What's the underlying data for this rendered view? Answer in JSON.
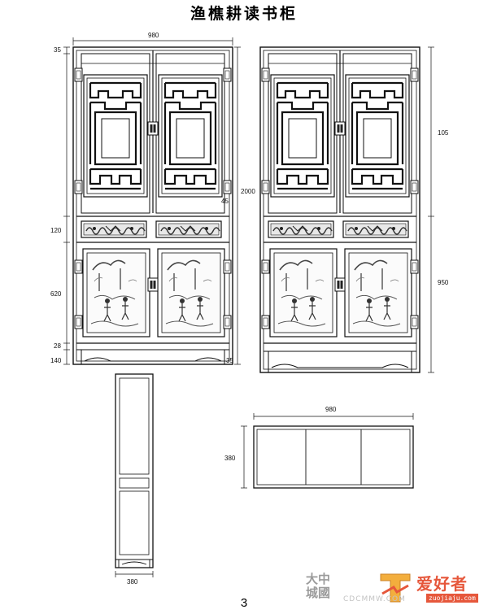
{
  "title": "渔樵耕读书柜",
  "front_view": {
    "width": "980",
    "height": "2000",
    "top_rail": "35",
    "drawer_height": "120",
    "door_height": "620",
    "bottom_rail": "28",
    "base_height": "140",
    "base_offset": "35",
    "grille_gap": "45"
  },
  "back_view": {
    "upper_height": "105",
    "lower_height": "950"
  },
  "side_view": {
    "depth": "380"
  },
  "top_view": {
    "width": "980",
    "depth": "380"
  },
  "page_number": "3",
  "watermark": {
    "text_cn": "大中城國",
    "brand": "爱好者",
    "url": "zuojiaju.com",
    "url2": "CDCMMW.COM"
  }
}
